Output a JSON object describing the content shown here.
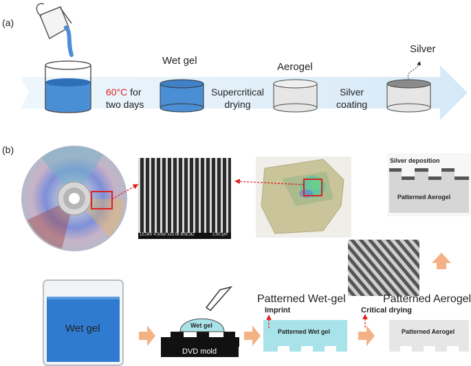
{
  "panel_a": {
    "label": "(a)",
    "condition_temp": "60°C",
    "condition_rest": " for",
    "condition_line2": "two days",
    "wet_gel": "Wet gel",
    "supercritical_1": "Supercritical",
    "supercritical_2": "drying",
    "aerogel": "Aerogel",
    "silver_coating_1": "Silver",
    "silver_coating_2": "coating",
    "silver": "Silver"
  },
  "panel_b": {
    "label": "(b)",
    "sem_caption": "15.0kV 4.5mm x20.0k BSE3D",
    "sem_scale": "2.00 μm",
    "silver_deposition": "Silver deposition",
    "patterned_aerogel_small": "Patterned Aerogel",
    "beaker_wet_gel": "Wet gel",
    "drop_wet_gel": "Wet gel",
    "dvd_mold": "DVD mold",
    "patterned_wet_gel_title": "Patterned Wet-gel",
    "imprint": "Imprint",
    "patterned_wet_gel_block": "Patterned Wet gel",
    "patterned_aerogel_title": "Patterned Aerogel",
    "critical_drying": "Critical drying",
    "patterned_aerogel_block": "Patterned Aerogel"
  },
  "colors": {
    "arrow_band": "#dfeef9",
    "wet_gel_blue": "#4a8fd6",
    "aerogel_grey": "#e6e6e6",
    "silver_grey": "#8a8a8a",
    "highlight_red": "#e02020",
    "mold_black": "#111111",
    "drop_cyan": "#a9e3ea",
    "step_arrow": "#f4b183"
  }
}
